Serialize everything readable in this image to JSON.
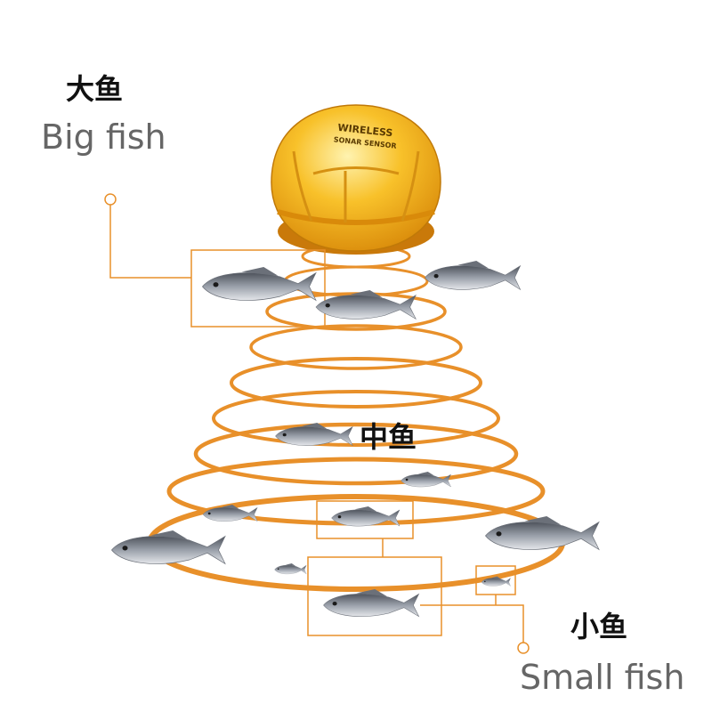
{
  "labels": {
    "big_fish_cn": "大鱼",
    "big_fish_en": "Big fish",
    "medium_fish_cn": "中鱼",
    "small_fish_cn": "小鱼",
    "small_fish_en": "Small fish"
  },
  "sensor": {
    "line1": "WIRELESS",
    "line2": "SONAR SENSOR"
  },
  "colors": {
    "ring": "#e8902a",
    "sensor_body": "#f6b51c",
    "sensor_dark": "#d98a0a",
    "callout": "#e8902a",
    "fish_body": "#8a8f99"
  },
  "icons": [
    "wireless-sonar-sensor-icon",
    "fish-icon"
  ]
}
